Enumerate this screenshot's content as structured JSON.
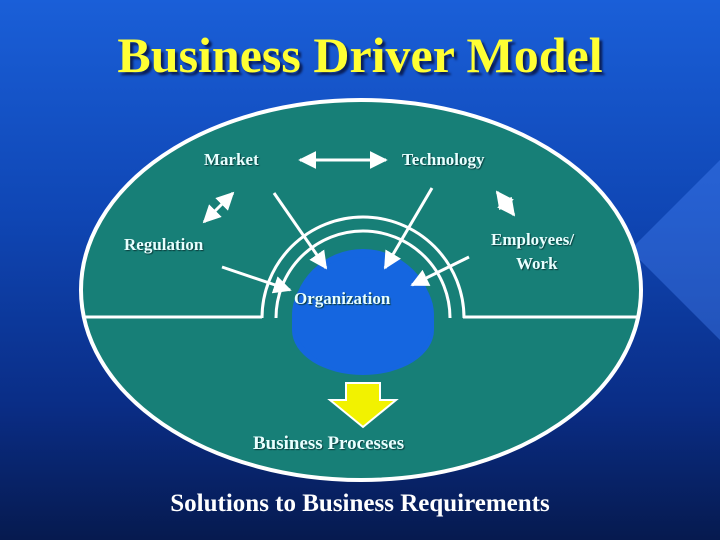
{
  "title": "Business Driver Model",
  "labels": {
    "market": "Market",
    "technology": "Technology",
    "regulation": "Regulation",
    "employees_work_line1": "Employees/",
    "employees_work_line2": "Work",
    "organization": "Organization",
    "business_processes": "Business Processes"
  },
  "footer": "Solutions to Business Requirements",
  "colors": {
    "background": "#0f46b4",
    "title": "#ffff33",
    "ellipse_fill": "#177f77",
    "ellipse_stroke": "#ffffff",
    "organization_fill": "#1566e0",
    "arrow_fill": "#f2f200"
  }
}
